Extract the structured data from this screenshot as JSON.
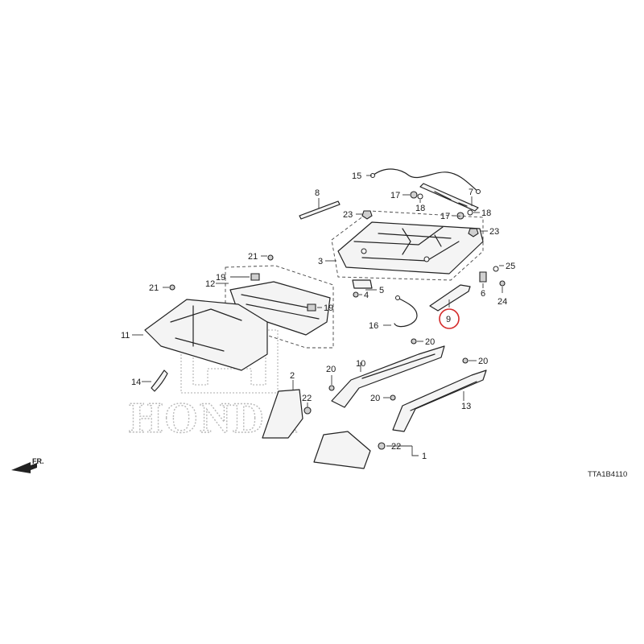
{
  "diagram": {
    "code": "TTA1B4110",
    "direction_label": "FR.",
    "watermark_text": "HONDA",
    "highlighted_part": "9",
    "highlight_color": "#d42a2a",
    "callouts": {
      "c1": "1",
      "c2": "2",
      "c3": "3",
      "c4": "4",
      "c5": "5",
      "c6": "6",
      "c7": "7",
      "c8": "8",
      "c9": "9",
      "c10": "10",
      "c11": "11",
      "c12": "12",
      "c13": "13",
      "c14": "14",
      "c15": "15",
      "c16": "16",
      "c17a": "17",
      "c17b": "17",
      "c18a": "18",
      "c18b": "18",
      "c19a": "19",
      "c19b": "19",
      "c20a": "20",
      "c20b": "20",
      "c20c": "20",
      "c20d": "20",
      "c21a": "21",
      "c21b": "21",
      "c22a": "22",
      "c22b": "22",
      "c23a": "23",
      "c23b": "23",
      "c24": "24",
      "c25": "25"
    }
  }
}
